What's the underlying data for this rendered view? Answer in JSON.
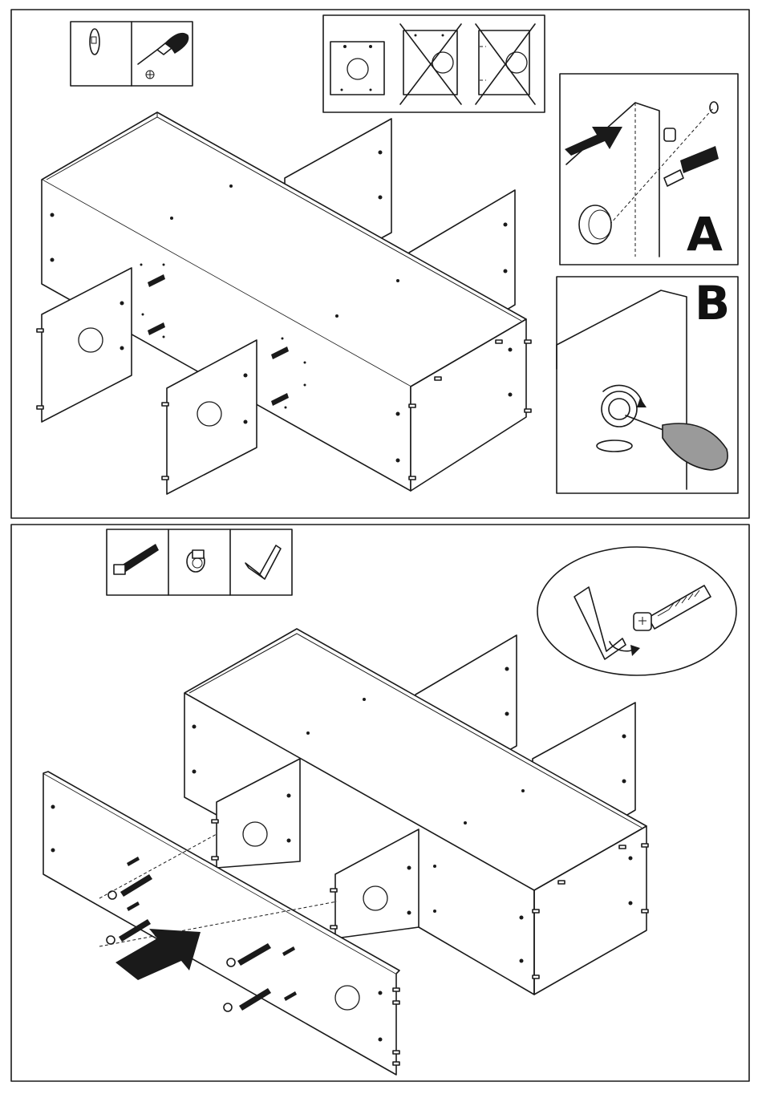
{
  "step1": {
    "detail_a_label": "A",
    "detail_b_label": "B",
    "tools": [
      "cam-lock-nut-icon",
      "screwdriver-icon"
    ],
    "orientation_check": {
      "correct_count": 1,
      "incorrect_count": 2
    }
  },
  "step2": {
    "tools": [
      "confirmat-screw-icon",
      "cam-lock-icon",
      "allen-key-icon"
    ]
  },
  "colors": {
    "line": "#1a1a1a",
    "arrow_fill": "#1a1a1a",
    "handle_fill": "#9a9a9a",
    "background": "#ffffff"
  }
}
